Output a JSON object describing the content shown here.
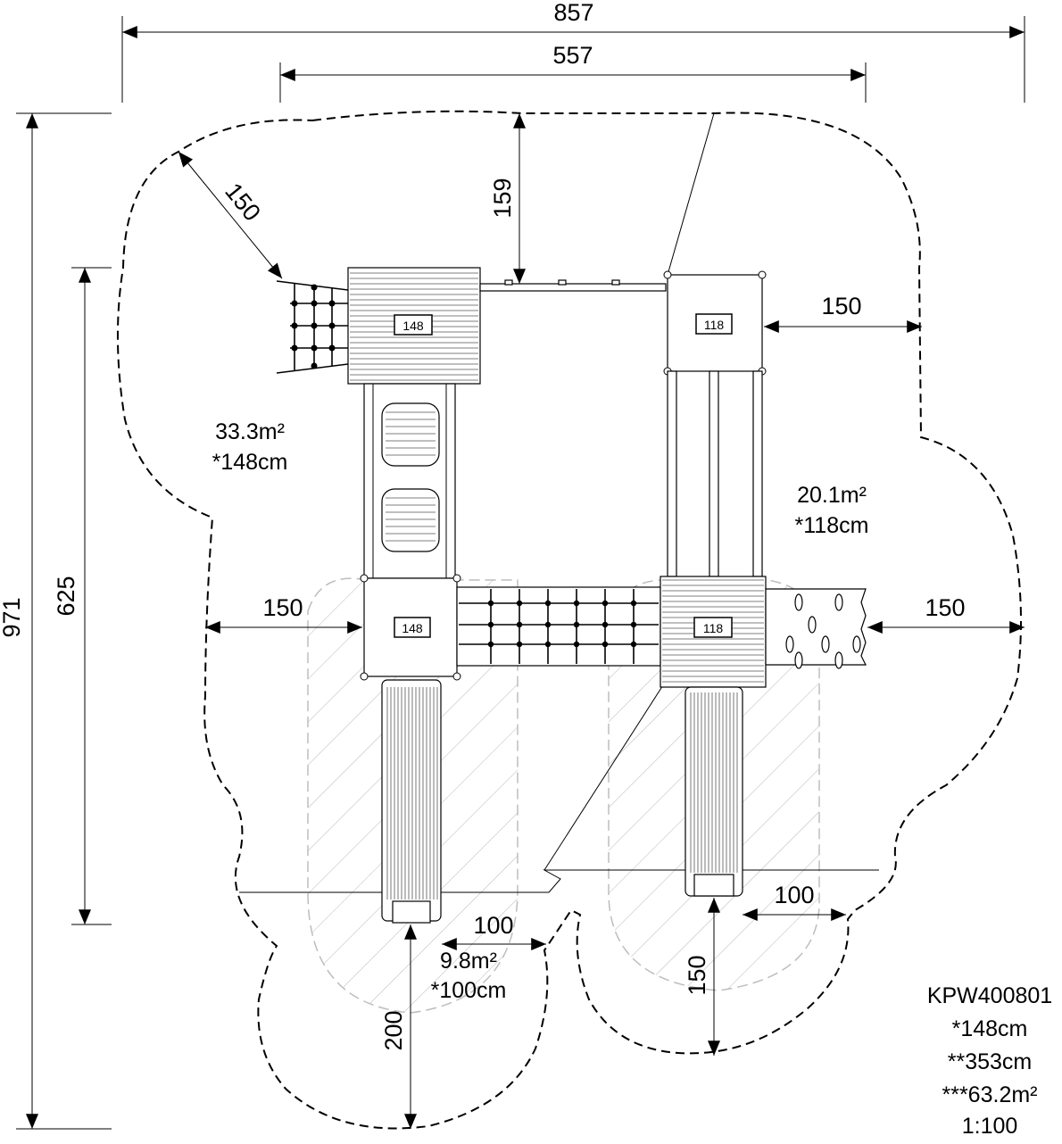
{
  "dimensions": {
    "overall_width": "857",
    "inner_width": "557",
    "overall_height": "971",
    "inner_height": "625",
    "top_clearance": "159",
    "net_clearance": "150",
    "right_tower_clearance": "150",
    "left_clearance": "150",
    "right_clearance": "150",
    "slide1_side": "100",
    "slide1_exit": "200",
    "slide2_side": "100",
    "slide2_exit": "150"
  },
  "platforms": {
    "top_left": "148",
    "top_right": "118",
    "bottom_left": "148",
    "bottom_right": "118"
  },
  "areas": {
    "left_area": "33.3m²",
    "left_height": "*148cm",
    "right_area": "20.1m²",
    "right_height": "*118cm",
    "slide_area": "9.8m²",
    "slide_height": "*100cm"
  },
  "info": {
    "model": "KPW400801",
    "height": "*148cm",
    "length": "**353cm",
    "total_area": "***63.2m²",
    "scale": "1:100"
  }
}
